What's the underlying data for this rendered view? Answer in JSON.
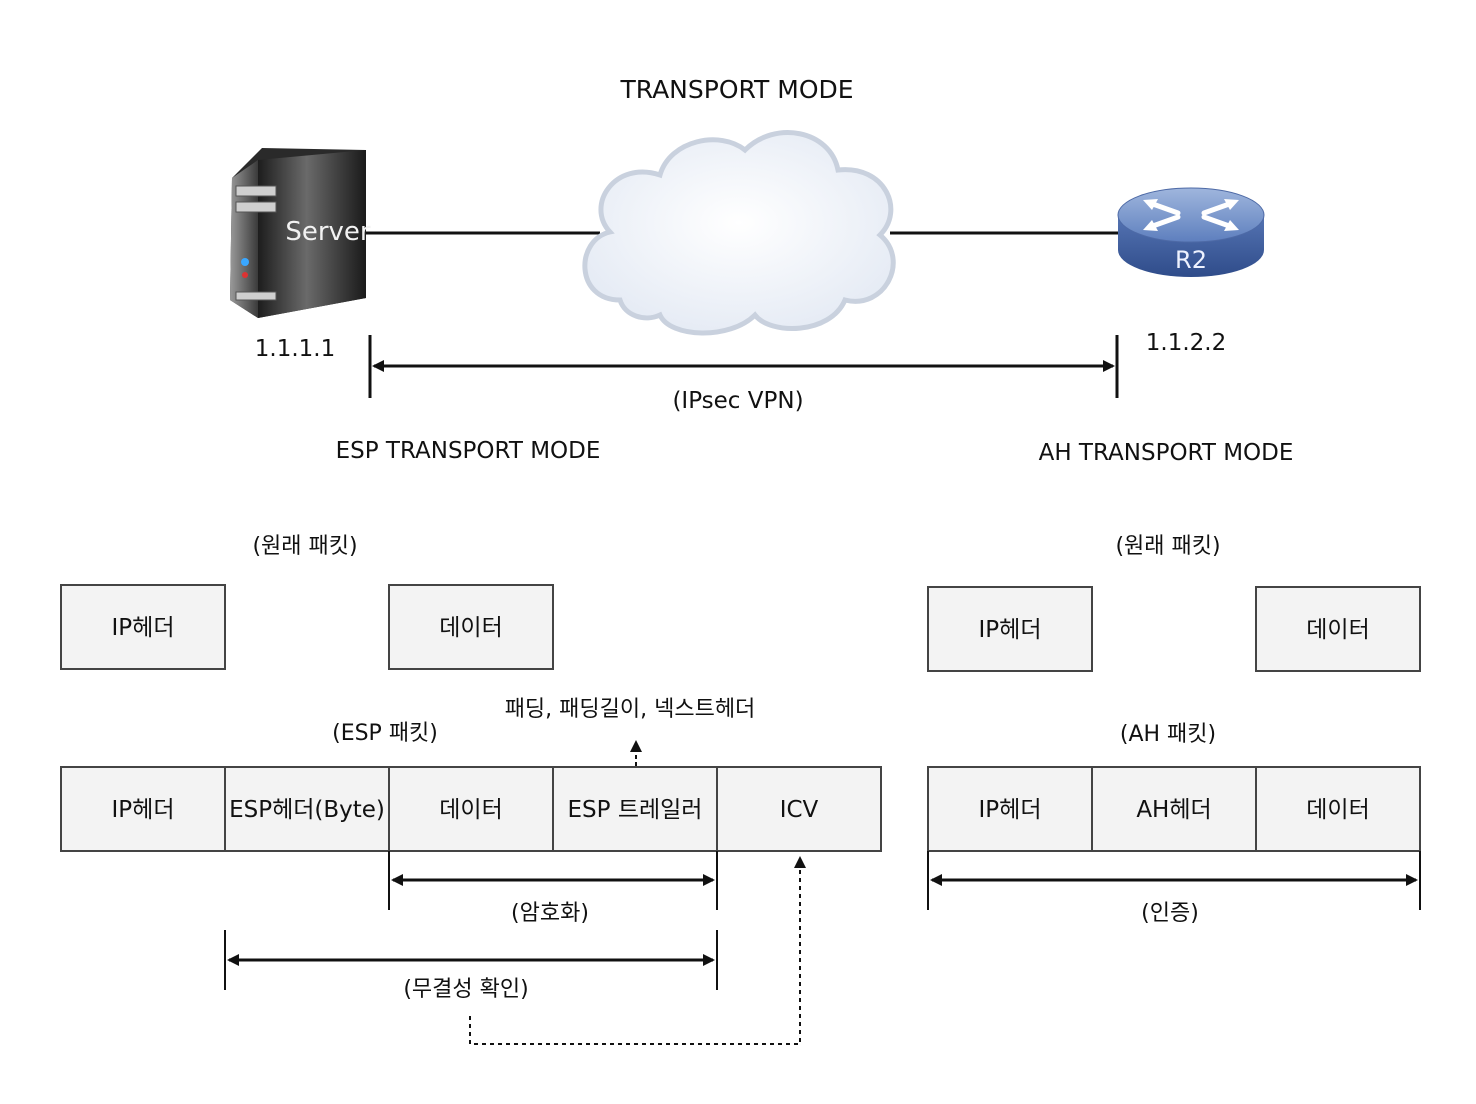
{
  "diagram": {
    "title": "TRANSPORT MODE",
    "server": {
      "label": "Server",
      "ip": "1.1.1.1"
    },
    "router": {
      "label": "R2",
      "ip": "1.1.2.2"
    },
    "tunnel_label": "(IPsec VPN)",
    "esp_section": {
      "title": "ESP TRANSPORT MODE",
      "original_caption": "(원래 패킷)",
      "original_packet": [
        "IP헤더",
        "데이터"
      ],
      "esp_caption": "(ESP 패킷)",
      "trailer_note": "패딩, 패딩길이, 넥스트헤더",
      "esp_packet": [
        "IP헤더",
        "ESP헤더(Byte)",
        "데이터",
        "ESP 트레일러",
        "ICV"
      ],
      "encryption_label": "(암호화)",
      "integrity_label": "(무결성 확인)"
    },
    "ah_section": {
      "title": "AH TRANSPORT MODE",
      "original_caption": "(원래 패킷)",
      "original_packet": [
        "IP헤더",
        "데이터"
      ],
      "ah_caption": "(AH 패킷)",
      "ah_packet": [
        "IP헤더",
        "AH헤더",
        "데이터"
      ],
      "auth_label": "(인증)"
    }
  }
}
